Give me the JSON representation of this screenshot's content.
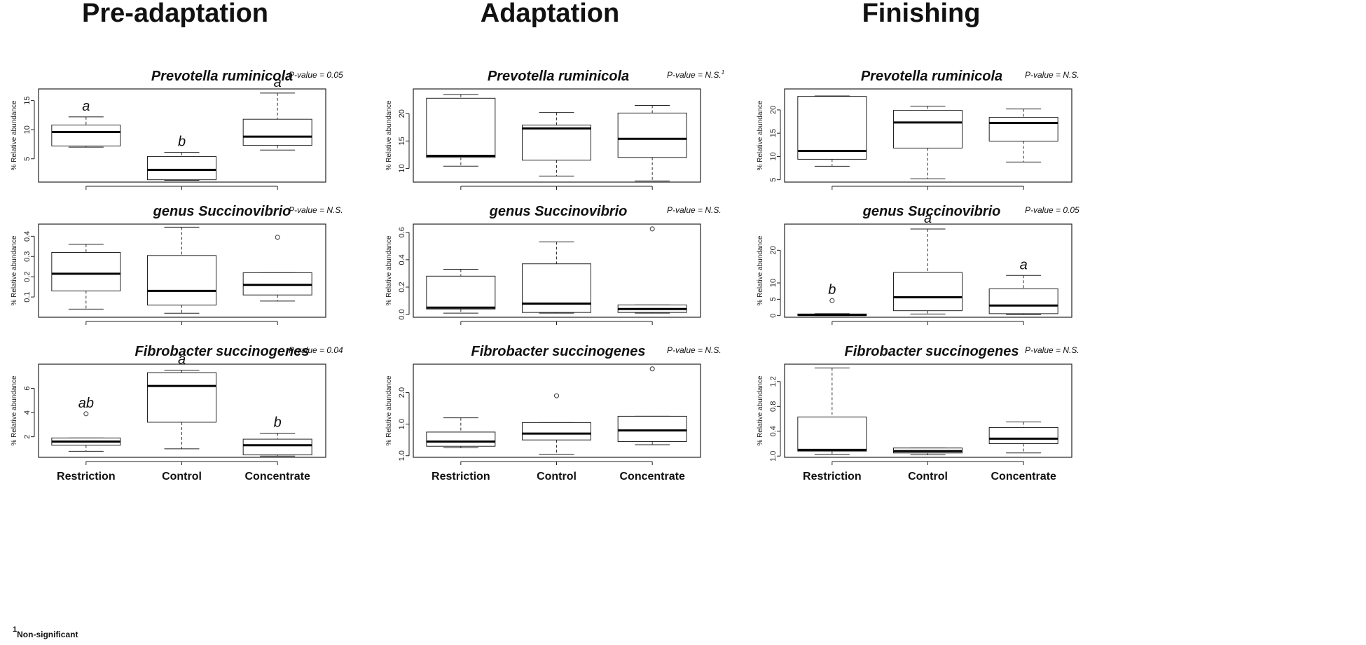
{
  "column_titles": [
    "Pre-adaptation",
    "Adaptation",
    "Finishing"
  ],
  "footnote": {
    "mark": "1",
    "text": "Non-significant"
  },
  "chart_data": [
    {
      "type": "box",
      "period": "Pre-adaptation",
      "title": "Prevotella ruminicola",
      "pvalue": "P-value = 0.05",
      "ylabel": "% Relative abundance",
      "ylim": [
        1,
        17
      ],
      "yticks": [
        5,
        10,
        15
      ],
      "ytick_labels": [
        "5",
        "10",
        "15"
      ],
      "categories": [
        "Restriction",
        "Control",
        "Concentrate"
      ],
      "boxes": [
        {
          "lower_whisker": 7.0,
          "q1": 7.2,
          "median": 9.6,
          "q3": 10.8,
          "upper_whisker": 12.2,
          "outliers": [],
          "letter": "a"
        },
        {
          "lower_whisker": 1.3,
          "q1": 1.4,
          "median": 3.1,
          "q3": 5.4,
          "upper_whisker": 6.1,
          "outliers": [],
          "letter": "b"
        },
        {
          "lower_whisker": 6.5,
          "q1": 7.3,
          "median": 8.8,
          "q3": 11.8,
          "upper_whisker": 16.3,
          "outliers": [],
          "letter": "a"
        }
      ],
      "show_xlabels": false
    },
    {
      "type": "box",
      "period": "Adaptation",
      "title": "Prevotella ruminicola",
      "pvalue": "P-value = N.S.",
      "pvalue_sup": "1",
      "ylabel": "% Relative abundance",
      "ylim": [
        7.5,
        24.5
      ],
      "yticks": [
        10,
        15,
        20
      ],
      "ytick_labels": [
        "10",
        "15",
        "20"
      ],
      "categories": [
        "Restriction",
        "Control",
        "Concentrate"
      ],
      "boxes": [
        {
          "lower_whisker": 10.4,
          "q1": 12.0,
          "median": 12.3,
          "q3": 22.8,
          "upper_whisker": 23.5,
          "outliers": [],
          "letter": ""
        },
        {
          "lower_whisker": 8.6,
          "q1": 11.5,
          "median": 17.3,
          "q3": 17.9,
          "upper_whisker": 20.2,
          "outliers": [],
          "letter": ""
        },
        {
          "lower_whisker": 7.7,
          "q1": 12.0,
          "median": 15.4,
          "q3": 20.1,
          "upper_whisker": 21.5,
          "outliers": [],
          "letter": ""
        }
      ],
      "show_xlabels": false
    },
    {
      "type": "box",
      "period": "Finishing",
      "title": "Prevotella ruminicola",
      "pvalue": "P-value = N.S.",
      "ylabel": "% Relative abundance",
      "ylim": [
        4.5,
        24.5
      ],
      "yticks": [
        5,
        10,
        15,
        20
      ],
      "ytick_labels": [
        "5",
        "10",
        "15",
        "20"
      ],
      "categories": [
        "Restriction",
        "Control",
        "Concentrate"
      ],
      "boxes": [
        {
          "lower_whisker": 7.9,
          "q1": 9.4,
          "median": 11.2,
          "q3": 22.9,
          "upper_whisker": 23.0,
          "outliers": [],
          "letter": ""
        },
        {
          "lower_whisker": 5.2,
          "q1": 11.8,
          "median": 17.3,
          "q3": 19.9,
          "upper_whisker": 20.8,
          "outliers": [],
          "letter": ""
        },
        {
          "lower_whisker": 8.8,
          "q1": 13.3,
          "median": 17.2,
          "q3": 18.4,
          "upper_whisker": 20.2,
          "outliers": [],
          "letter": ""
        }
      ],
      "show_xlabels": false
    },
    {
      "type": "box",
      "period": "Pre-adaptation",
      "title": "genus Succinovibrio",
      "pvalue": "P-value = N.S.",
      "ylabel": "% Relative abundance",
      "ylim": [
        0.0,
        0.46
      ],
      "yticks": [
        0.1,
        0.2,
        0.3,
        0.4
      ],
      "ytick_labels": [
        "0.1",
        "0.2",
        "0.3",
        "0.4"
      ],
      "categories": [
        "Restriction",
        "Control",
        "Concentrate"
      ],
      "boxes": [
        {
          "lower_whisker": 0.04,
          "q1": 0.13,
          "median": 0.215,
          "q3": 0.32,
          "upper_whisker": 0.36,
          "outliers": [],
          "letter": ""
        },
        {
          "lower_whisker": 0.02,
          "q1": 0.06,
          "median": 0.13,
          "q3": 0.305,
          "upper_whisker": 0.445,
          "outliers": [],
          "letter": ""
        },
        {
          "lower_whisker": 0.08,
          "q1": 0.11,
          "median": 0.16,
          "q3": 0.22,
          "upper_whisker": 0.22,
          "outliers": [
            0.395
          ],
          "letter": ""
        }
      ],
      "show_xlabels": false
    },
    {
      "type": "box",
      "period": "Adaptation",
      "title": "genus Succinovibrio",
      "pvalue": "P-value = N.S.",
      "ylabel": "% Relative abundance",
      "ylim": [
        -0.02,
        0.66
      ],
      "yticks": [
        0.0,
        0.2,
        0.4,
        0.6
      ],
      "ytick_labels": [
        "0.0",
        "0.2",
        "0.4",
        "0.6"
      ],
      "categories": [
        "Restriction",
        "Control",
        "Concentrate"
      ],
      "boxes": [
        {
          "lower_whisker": 0.01,
          "q1": 0.04,
          "median": 0.05,
          "q3": 0.28,
          "upper_whisker": 0.33,
          "outliers": [],
          "letter": ""
        },
        {
          "lower_whisker": 0.01,
          "q1": 0.015,
          "median": 0.08,
          "q3": 0.37,
          "upper_whisker": 0.53,
          "outliers": [],
          "letter": ""
        },
        {
          "lower_whisker": 0.01,
          "q1": 0.015,
          "median": 0.04,
          "q3": 0.07,
          "upper_whisker": 0.07,
          "outliers": [
            0.625
          ],
          "letter": ""
        }
      ],
      "show_xlabels": false
    },
    {
      "type": "box",
      "period": "Finishing",
      "title": "genus Succinovibrio",
      "pvalue": "P-value = 0.05",
      "ylabel": "% Relative abundance",
      "ylim": [
        -0.5,
        28
      ],
      "yticks": [
        0,
        5,
        10,
        20
      ],
      "ytick_labels": [
        "0",
        "5",
        "10",
        "20"
      ],
      "categories": [
        "Restriction",
        "Control",
        "Concentrate"
      ],
      "boxes": [
        {
          "lower_whisker": 0.0,
          "q1": 0.1,
          "median": 0.2,
          "q3": 0.5,
          "upper_whisker": 0.6,
          "outliers": [
            4.6
          ],
          "letter": "b"
        },
        {
          "lower_whisker": 0.5,
          "q1": 1.5,
          "median": 5.6,
          "q3": 13.2,
          "upper_whisker": 26.5,
          "outliers": [],
          "letter": "a"
        },
        {
          "lower_whisker": 0.3,
          "q1": 0.6,
          "median": 3.1,
          "q3": 8.2,
          "upper_whisker": 12.3,
          "outliers": [],
          "letter": "a"
        }
      ],
      "show_xlabels": false
    },
    {
      "type": "box",
      "period": "Pre-adaptation",
      "title": "Fibrobacter succinogenes",
      "pvalue": "P-value = 0.04",
      "ylabel": "% Relative abundance",
      "ylim": [
        0.3,
        8.0
      ],
      "yticks": [
        2,
        4,
        6
      ],
      "ytick_labels": [
        "2",
        "4",
        "6"
      ],
      "categories": [
        "Restriction",
        "Control",
        "Concentrate"
      ],
      "boxes": [
        {
          "lower_whisker": 0.8,
          "q1": 1.3,
          "median": 1.6,
          "q3": 1.9,
          "upper_whisker": 1.9,
          "outliers": [
            3.9
          ],
          "letter": "ab"
        },
        {
          "lower_whisker": 1.0,
          "q1": 3.2,
          "median": 6.2,
          "q3": 7.3,
          "upper_whisker": 7.5,
          "outliers": [],
          "letter": "a"
        },
        {
          "lower_whisker": 0.4,
          "q1": 0.5,
          "median": 1.3,
          "q3": 1.8,
          "upper_whisker": 2.3,
          "outliers": [],
          "letter": "b"
        }
      ],
      "show_xlabels": true
    },
    {
      "type": "box",
      "period": "Adaptation",
      "title": "Fibrobacter succinogenes",
      "pvalue": "P-value = N.S.",
      "ylabel": "% Relative abundance",
      "ylim": [
        -0.05,
        2.9
      ],
      "yticks": [
        0.0,
        1.0,
        2.0
      ],
      "ytick_labels": [
        "1.0",
        "1.0",
        "2.0"
      ],
      "categories": [
        "Restriction",
        "Control",
        "Concentrate"
      ],
      "boxes": [
        {
          "lower_whisker": 0.25,
          "q1": 0.3,
          "median": 0.45,
          "q3": 0.75,
          "upper_whisker": 1.2,
          "outliers": [],
          "letter": ""
        },
        {
          "lower_whisker": 0.05,
          "q1": 0.5,
          "median": 0.7,
          "q3": 1.05,
          "upper_whisker": 1.05,
          "outliers": [
            1.9
          ],
          "letter": ""
        },
        {
          "lower_whisker": 0.35,
          "q1": 0.45,
          "median": 0.8,
          "q3": 1.25,
          "upper_whisker": 1.25,
          "outliers": [
            2.75
          ],
          "letter": ""
        }
      ],
      "show_xlabels": true
    },
    {
      "type": "box",
      "period": "Finishing",
      "title": "Fibrobacter succinogenes",
      "pvalue": "P-value = N.S.",
      "ylabel": "% Relative abundance",
      "ylim": [
        -0.02,
        1.48
      ],
      "yticks": [
        0.0,
        0.4,
        0.8,
        1.2
      ],
      "ytick_labels": [
        "1.0",
        "0.4",
        "0.8",
        "1.2"
      ],
      "categories": [
        "Restriction",
        "Control",
        "Concentrate"
      ],
      "boxes": [
        {
          "lower_whisker": 0.03,
          "q1": 0.08,
          "median": 0.1,
          "q3": 0.63,
          "upper_whisker": 1.42,
          "outliers": [],
          "letter": ""
        },
        {
          "lower_whisker": 0.02,
          "q1": 0.05,
          "median": 0.08,
          "q3": 0.13,
          "upper_whisker": 0.13,
          "outliers": [],
          "letter": ""
        },
        {
          "lower_whisker": 0.05,
          "q1": 0.2,
          "median": 0.28,
          "q3": 0.46,
          "upper_whisker": 0.55,
          "outliers": [],
          "letter": ""
        }
      ],
      "show_xlabels": true
    }
  ]
}
